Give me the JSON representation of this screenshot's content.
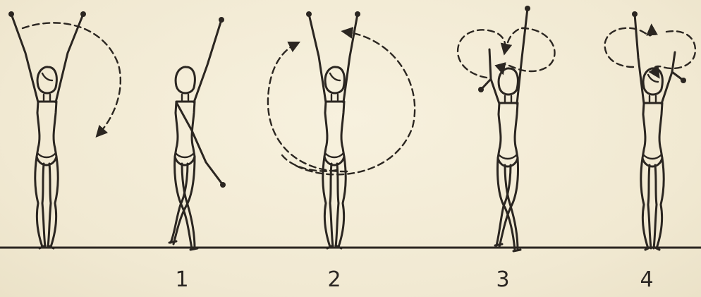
{
  "labels": [
    "1",
    "2",
    "3",
    "4"
  ],
  "colors": {
    "ink": "#2b2621",
    "paper": "#f3ecd6"
  }
}
